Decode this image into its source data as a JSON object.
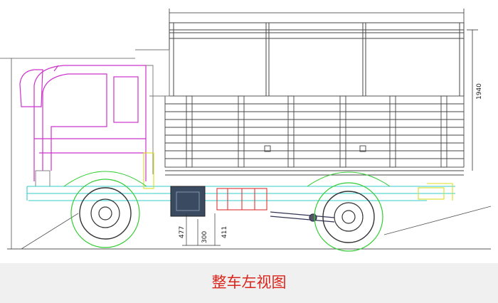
{
  "caption": {
    "text": "整车左视图"
  },
  "dimensions": {
    "body_height": "1940",
    "dim_a": "477",
    "dim_b": "300",
    "dim_c": "411"
  },
  "colors": {
    "caption_text": "#d9261c",
    "caption_bg": "#f0f0f0",
    "cab": "#cc33cc",
    "body": "#444444",
    "chassis_cyan": "#33cccc",
    "wheel_green": "#33cc33",
    "yellow": "#dddd22",
    "red": "#dd3333"
  }
}
